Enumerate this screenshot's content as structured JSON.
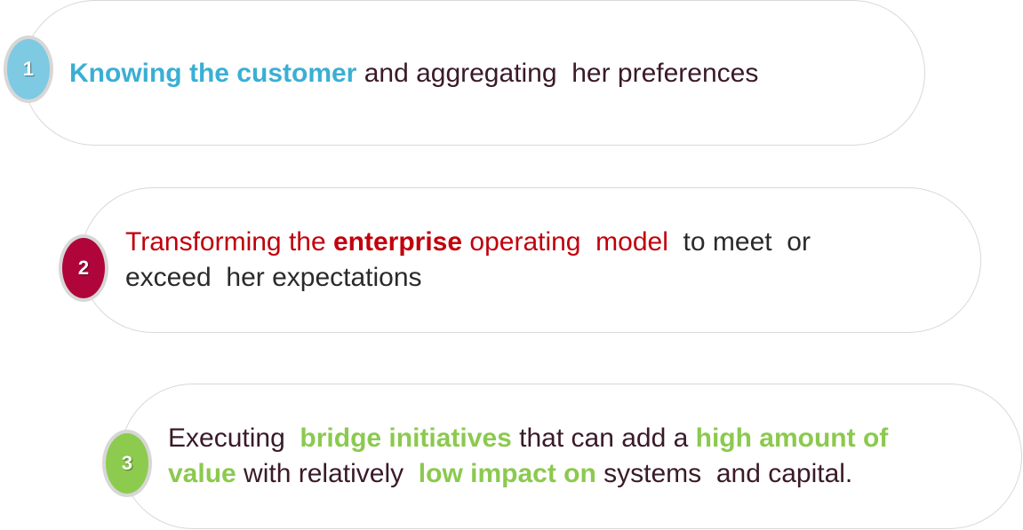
{
  "colors": {
    "badge_1": "#7ecae2",
    "badge_2": "#b0053a",
    "badge_3": "#8ccb4e",
    "teal": "#3aafd4",
    "crimson": "#c0000b",
    "green": "#8cc94f",
    "dark": "#2a2a2a",
    "plum": "#3a1a28"
  },
  "items": [
    {
      "number": "1",
      "lines": [
        [
          {
            "text": "Knowing the customer",
            "style": "teal-bold"
          },
          {
            "text": " and aggregating  her preferences",
            "style": "plum"
          }
        ]
      ]
    },
    {
      "number": "2",
      "lines": [
        [
          {
            "text": "Transforming the ",
            "style": "crimson"
          },
          {
            "text": "enterprise",
            "style": "crimson-bold"
          },
          {
            "text": " operating  model",
            "style": "crimson"
          },
          {
            "text": "  to meet  or",
            "style": "dark"
          }
        ],
        [
          {
            "text": "exceed  her expectations",
            "style": "dark"
          }
        ]
      ]
    },
    {
      "number": "3",
      "lines": [
        [
          {
            "text": "Executing  ",
            "style": "plum"
          },
          {
            "text": "bridge initiatives",
            "style": "green-bold"
          },
          {
            "text": " that can add a ",
            "style": "plum"
          },
          {
            "text": "high amount of",
            "style": "green-bold"
          }
        ],
        [
          {
            "text": "value",
            "style": "green-bold"
          },
          {
            "text": " with relatively  ",
            "style": "plum"
          },
          {
            "text": "low impact on",
            "style": "green-bold"
          },
          {
            "text": " systems  and capital.",
            "style": "plum"
          }
        ]
      ]
    }
  ]
}
